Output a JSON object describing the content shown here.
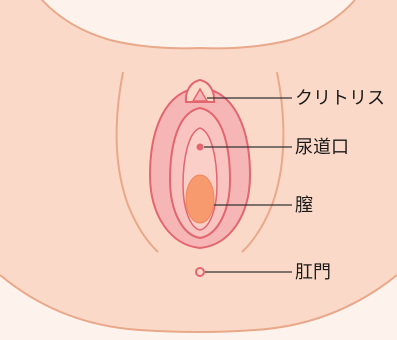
{
  "labels": {
    "clitoris": "クリトリス",
    "urethral_opening": "尿道口",
    "vagina": "膣",
    "anus": "肛門"
  },
  "colors": {
    "background": "#fdf2ec",
    "skin": "#fbd9c8",
    "skin_outline": "#e9a88a",
    "labia": "#f7b6b6",
    "labia_outline": "#e3666f",
    "vaginal_opening": "#f79a6e",
    "leader_line": "#333333",
    "label_text": "#1a1a1a"
  }
}
